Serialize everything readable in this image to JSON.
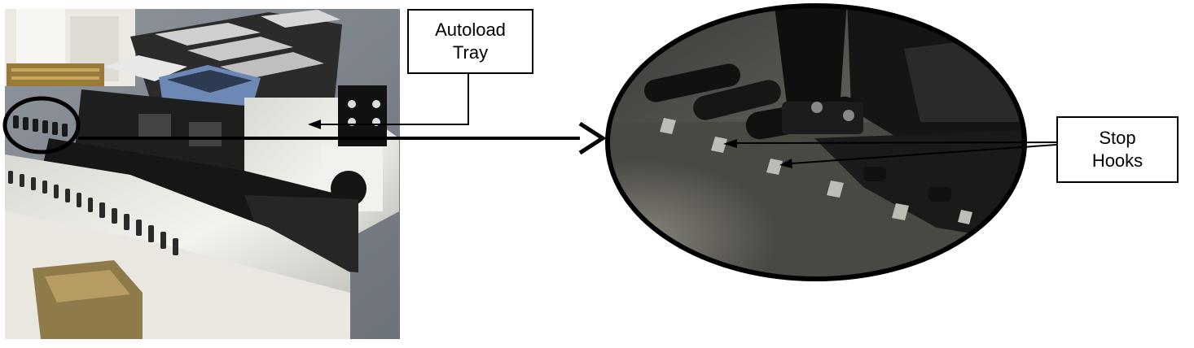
{
  "labels": {
    "autoload_line1": "Autoload",
    "autoload_line2": "Tray",
    "stop_line1": "Stop",
    "stop_line2": "Hooks"
  },
  "colors": {
    "line": "#000000",
    "box_fill": "#ffffff"
  }
}
